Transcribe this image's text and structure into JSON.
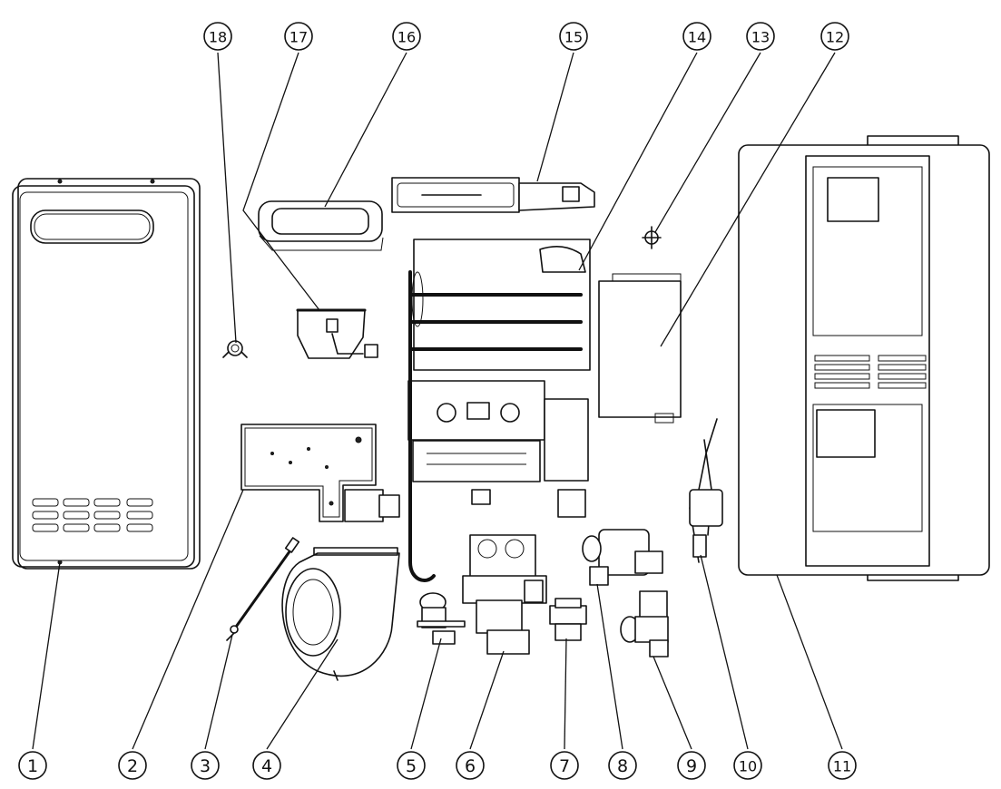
{
  "callouts": [
    {
      "id": "1",
      "label": "1"
    },
    {
      "id": "2",
      "label": "2"
    },
    {
      "id": "3",
      "label": "3"
    },
    {
      "id": "4",
      "label": "4"
    },
    {
      "id": "5",
      "label": "5"
    },
    {
      "id": "6",
      "label": "6"
    },
    {
      "id": "7",
      "label": "7"
    },
    {
      "id": "8",
      "label": "8"
    },
    {
      "id": "9",
      "label": "9"
    },
    {
      "id": "10",
      "label": "10"
    },
    {
      "id": "11",
      "label": "11"
    },
    {
      "id": "12",
      "label": "12"
    },
    {
      "id": "13",
      "label": "13"
    },
    {
      "id": "14",
      "label": "14"
    },
    {
      "id": "15",
      "label": "15"
    },
    {
      "id": "16",
      "label": "16"
    },
    {
      "id": "17",
      "label": "17"
    },
    {
      "id": "18",
      "label": "18"
    }
  ],
  "colors": {
    "line": "#111111",
    "background": "#ffffff"
  }
}
